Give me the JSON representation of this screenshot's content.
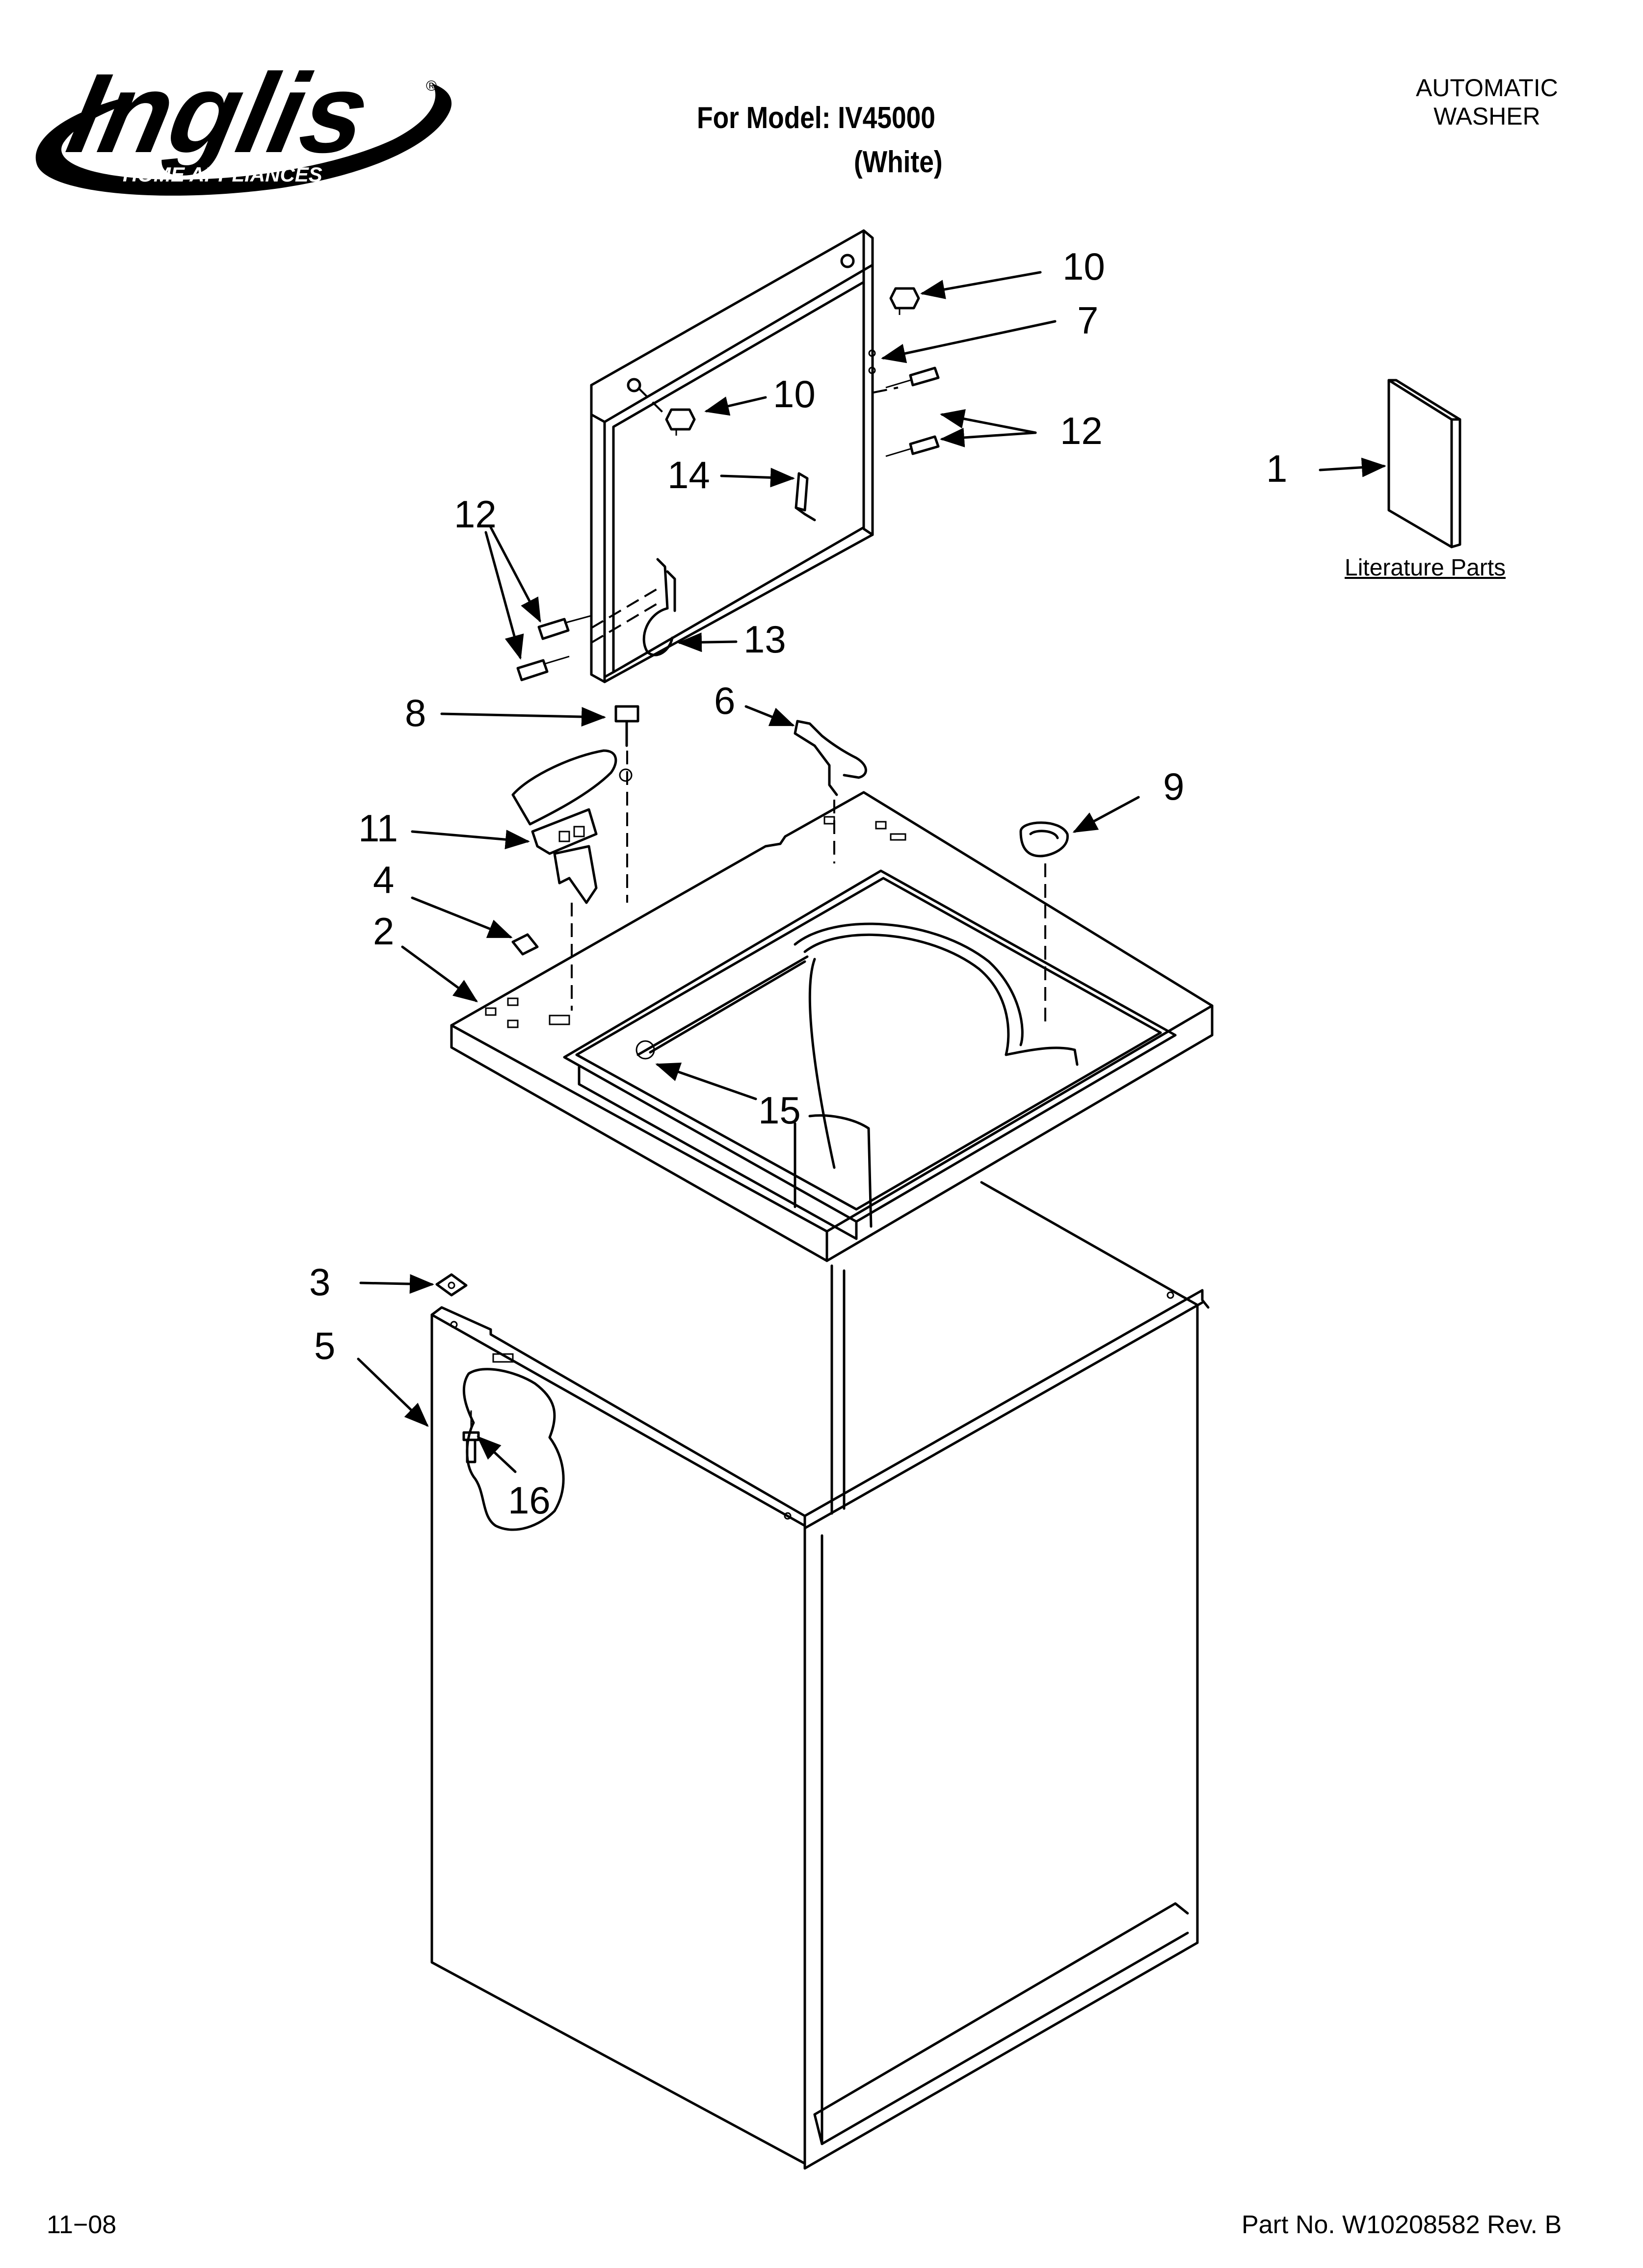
{
  "brand": {
    "name": "Inglis",
    "tagline": "HOME APPLIANCES",
    "registered": "®"
  },
  "header": {
    "model_line": "For Model: IV45000",
    "color_line": "(White)",
    "product_line1": "AUTOMATIC",
    "product_line2": "WASHER"
  },
  "literature_label": "Literature Parts",
  "callouts": {
    "c1": "1",
    "c2": "2",
    "c3": "3",
    "c4": "4",
    "c5": "5",
    "c6": "6",
    "c7": "7",
    "c8": "8",
    "c9": "9",
    "c10a": "10",
    "c10b": "10",
    "c11": "11",
    "c12a": "12",
    "c12b": "12",
    "c13": "13",
    "c14": "14",
    "c15": "15",
    "c16": "16"
  },
  "footer": {
    "date": "11−08",
    "part_no": "Part No. W10208582 Rev. B"
  },
  "colors": {
    "ink": "#000000",
    "paper": "#ffffff"
  }
}
